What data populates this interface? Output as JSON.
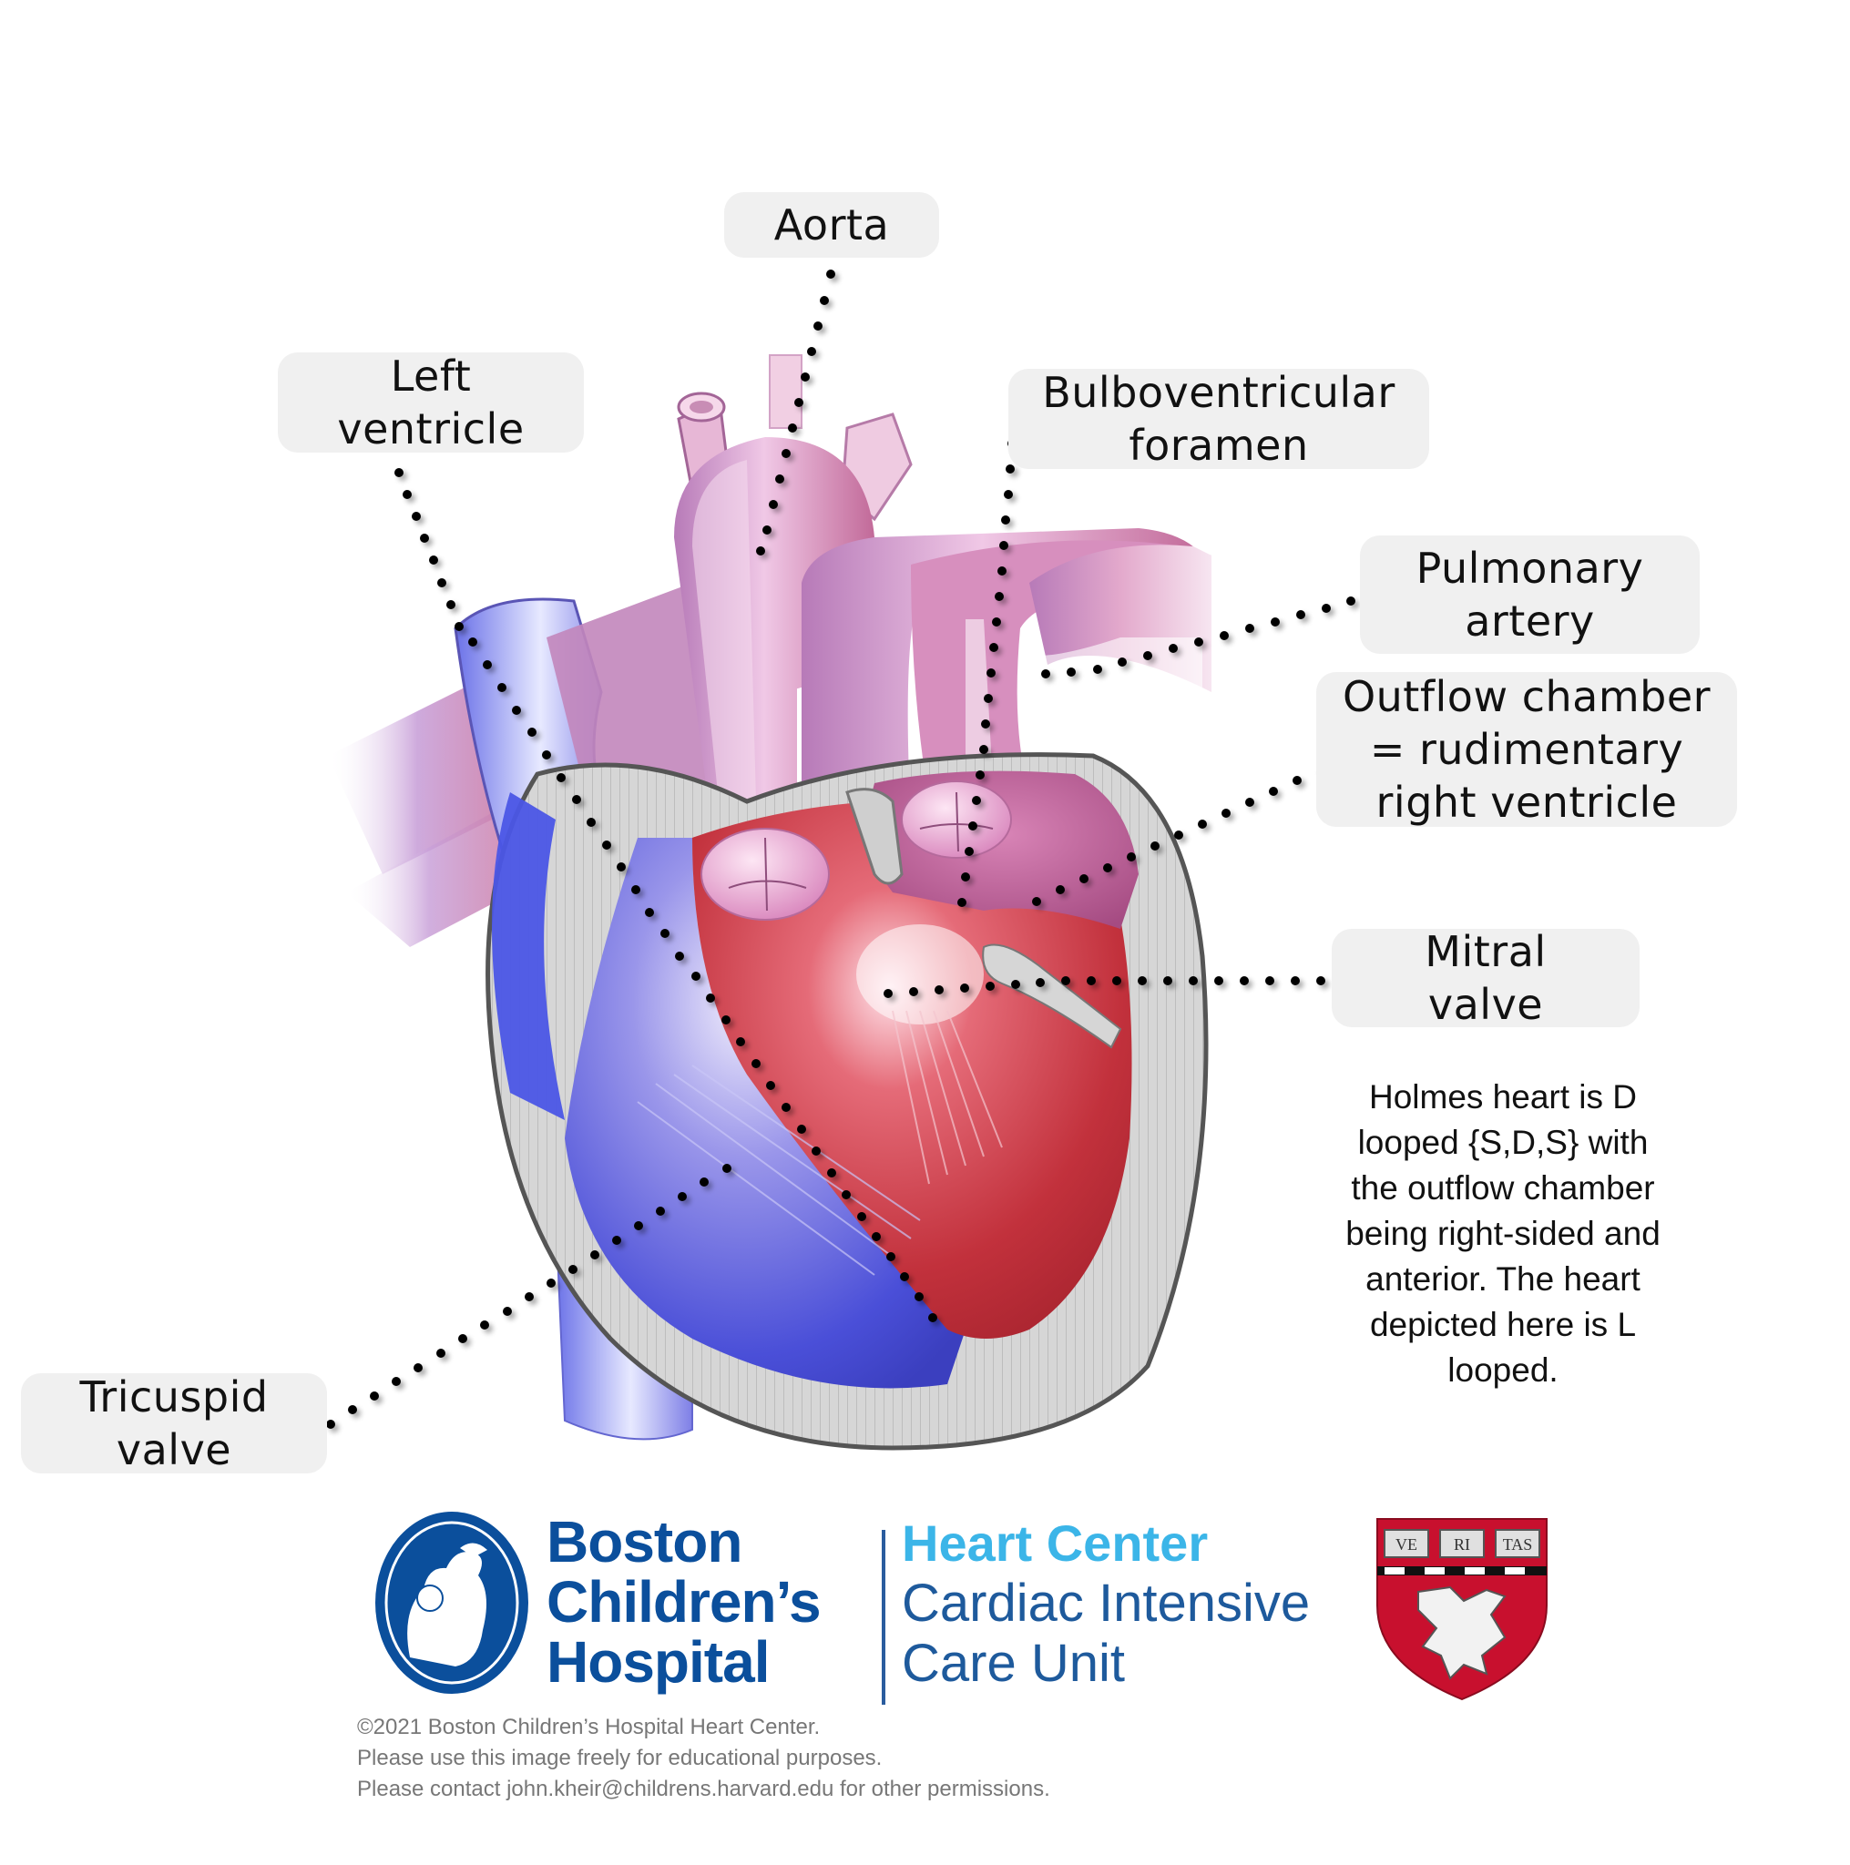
{
  "labels": {
    "aorta": {
      "lines": [
        "Aorta"
      ]
    },
    "left_ventricle": {
      "lines": [
        "Left",
        "ventricle"
      ]
    },
    "bulboventricular_foramen": {
      "lines": [
        "Bulboventricular",
        "foramen"
      ]
    },
    "pulmonary_artery": {
      "lines": [
        "Pulmonary",
        "artery"
      ]
    },
    "outflow_chamber": {
      "lines": [
        "Outflow chamber",
        "= rudimentary",
        "right ventricle"
      ]
    },
    "mitral_valve": {
      "lines": [
        "Mitral",
        "valve"
      ]
    },
    "tricuspid_valve": {
      "lines": [
        "Tricuspid",
        "valve"
      ]
    }
  },
  "note": {
    "lines": [
      "Holmes heart is D",
      "looped {S,D,S} with",
      "the outflow chamber",
      "being right-sided and",
      "anterior.  The heart",
      "depicted here is L",
      "looped."
    ]
  },
  "logos": {
    "bch": {
      "lines": [
        "Boston",
        "Children’s",
        "Hospital"
      ],
      "color": "#0b4f9c"
    },
    "heart_center": {
      "title": "Heart Center",
      "subtitle_lines": [
        "Cardiac Intensive",
        "Care Unit"
      ],
      "title_color": "#3bb5e8",
      "subtitle_color": "#1e5a9c"
    },
    "harvard_shield": {
      "books": [
        "VE",
        "RI",
        "TAS"
      ],
      "color": "#c8102e"
    }
  },
  "copyright": {
    "lines": [
      "©2021 Boston Children’s Hospital Heart Center.",
      "Please use this image freely for educational purposes.",
      "Please contact john.kheir@childrens.harvard.edu for other permissions."
    ]
  },
  "colors": {
    "label_bg": "#f0f0f0",
    "oxygenated_red": "#c8303a",
    "deoxygenated_blue": "#4a55e0",
    "vessel_pink": "#d98fb5",
    "wall_gray": "#c8c8c8"
  }
}
